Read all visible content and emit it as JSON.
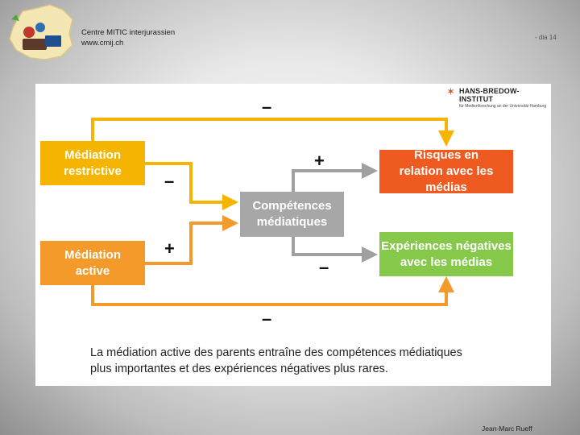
{
  "header": {
    "org_line1": "Centre MITIC interjurassien",
    "org_line2": "www.cmij.ch",
    "slide_label": "- dia 14"
  },
  "footer": {
    "author": "Jean-Marc Rueff"
  },
  "diagram": {
    "institute_name": "HANS-BREDOW-INSTITUT",
    "institute_sub": "für Medienforschung an der Universität Hamburg",
    "boxes": {
      "restrictive": [
        "Médiation",
        "restrictive"
      ],
      "active": [
        "Médiation",
        "active"
      ],
      "competences": [
        "Compétences",
        "médiatiques"
      ],
      "risks": [
        "Risques en",
        "relation avec les médias"
      ],
      "experiences": [
        "Expériences négatives",
        "avec les médias"
      ]
    },
    "signs": {
      "top": "–",
      "restrictive_to_comp": "–",
      "comp_to_risks": "+",
      "active_to_comp": "+",
      "comp_to_exp": "–",
      "bottom": "–"
    },
    "caption_line1": "La médiation active des parents entraîne des compétences médiatiques",
    "caption_line2": "plus importantes et des expériences négatives plus rares.",
    "colors": {
      "yellow": "#f5b400",
      "orange": "#f39a2b",
      "gray": "#a7a7a7",
      "red": "#ee5a1f",
      "green": "#86c84a"
    }
  }
}
